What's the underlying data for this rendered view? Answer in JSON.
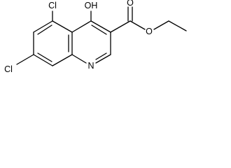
{
  "molecule": {
    "atoms": {
      "hydroxyl": "OH",
      "chlorine_5": "Cl",
      "chlorine_7": "Cl",
      "ring_nitrogen": "N",
      "carbonyl_oxygen": "O",
      "ester_oxygen": "O"
    }
  },
  "colors": {
    "bond": "#000000",
    "label": "#000000",
    "background": "#ffffff"
  }
}
